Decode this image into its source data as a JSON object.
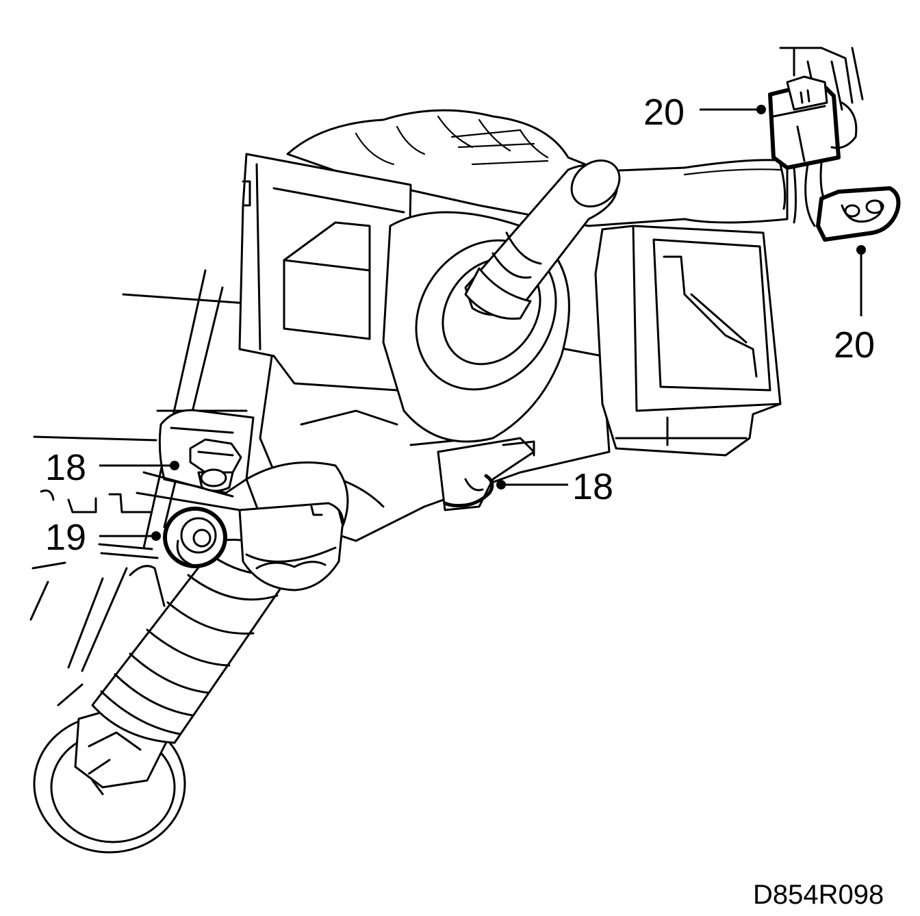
{
  "callouts": {
    "c18_left": "18",
    "c18_right": "18",
    "c19": "19",
    "c20_top": "20",
    "c20_right": "20"
  },
  "drawing_code": "D854R098",
  "icons": {
    "steering_column": "steering-column-illustration",
    "bolt": "bolt-icon",
    "nut": "nut-icon",
    "connector": "electrical-connector-icon"
  }
}
